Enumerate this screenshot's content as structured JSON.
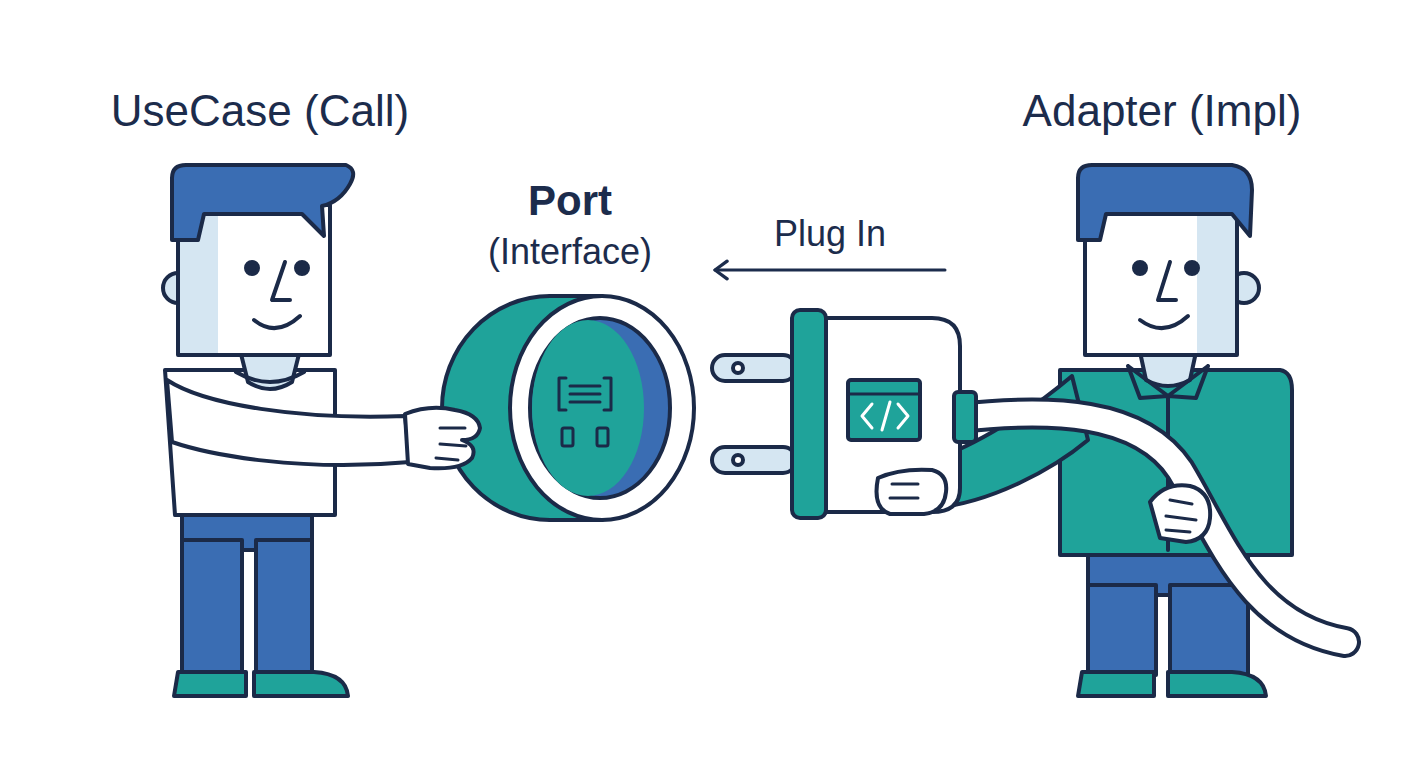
{
  "diagram": {
    "nodes": [
      {
        "text": [
          "UseCase (Call)"
        ]
      },
      {
        "text": [
          "Port (Interface)"
        ]
      },
      {
        "text": [
          "Adapter (Impl)"
        ]
      }
    ],
    "edges": [
      {
        "from": 2,
        "to": 1,
        "arrow": "to",
        "label": "Plug In"
      }
    ]
  }
}
